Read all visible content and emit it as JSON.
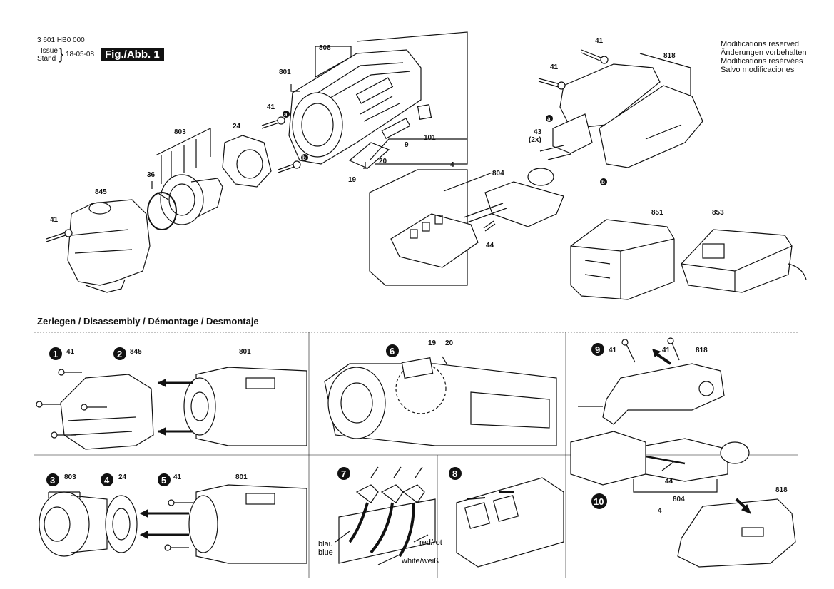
{
  "header": {
    "part_number": "3 601 HB0 000",
    "issue_label": "Issue",
    "stand_label": "Stand",
    "date": "18-05-08",
    "figure_label": "Fig./Abb. 1"
  },
  "modifications": [
    "Modifications reserved",
    "Änderungen vorbehalten",
    "Modifications resérvées",
    "Salvo modificaciones"
  ],
  "section_title": "Zerlegen / Disassembly / Démontage / Desmontaje",
  "parts": {
    "p808": "808",
    "p801": "801",
    "p41a": "41",
    "p803": "803",
    "p24": "24",
    "p36": "36",
    "p845": "845",
    "p41b": "41",
    "p20": "20",
    "p19": "19",
    "p9": "9",
    "p101": "101",
    "p4": "4",
    "p804": "804",
    "p44": "44",
    "p41c": "41",
    "p41d": "41",
    "p818": "818",
    "p43": "43",
    "p2x": "(2x)",
    "p851": "851",
    "p853": "853",
    "ma": "a",
    "mb": "b",
    "ma2": "a",
    "mb2": "b"
  },
  "steps": {
    "s1": "1",
    "s1_part": "41",
    "s2": "2",
    "s2_part": "845",
    "s_801a": "801",
    "s3": "3",
    "s3_part": "803",
    "s4": "4",
    "s4_part": "24",
    "s5": "5",
    "s5_part": "41",
    "s_801b": "801",
    "s6": "6",
    "s6_p19": "19",
    "s6_p20": "20",
    "s7": "7",
    "s8": "8",
    "s9": "9",
    "s9_p41a": "41",
    "s9_p41b": "41",
    "s9_p818": "818",
    "s10": "10",
    "s10_p44": "44",
    "s10_p804": "804",
    "s10_p4": "4",
    "s10_p818": "818"
  },
  "wires": {
    "blue": "blau",
    "blue_en": "blue",
    "red": "red/rot",
    "white": "white/weiß"
  }
}
